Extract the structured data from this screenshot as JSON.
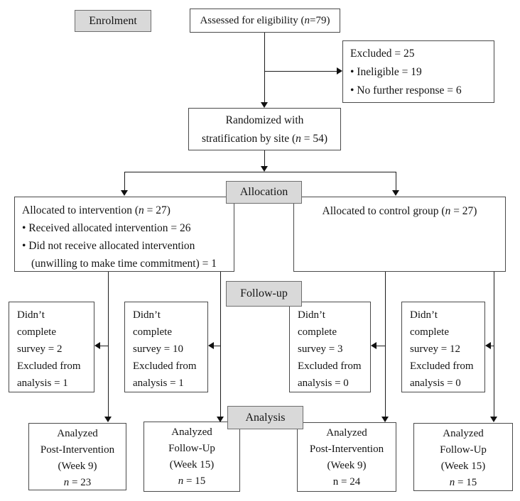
{
  "stage_labels": {
    "enrolment": "Enrolment",
    "allocation": "Allocation",
    "followup": "Follow-up",
    "analysis": "Analysis"
  },
  "assessed_box": {
    "pre": "Assessed for eligibility (",
    "n": "n",
    "post": "=79)"
  },
  "excluded_box": {
    "line1": "Excluded = 25",
    "bullet1": "•  Ineligible = 19",
    "bullet2": "•  No further response = 6"
  },
  "randomized_box": {
    "line1": "Randomized with",
    "line2_pre": "stratification by site (",
    "n": "n",
    "line2_post": " = 54)"
  },
  "intervention_box": {
    "title_pre": "Allocated to intervention (",
    "n": "n",
    "title_post": " = 27)",
    "bullet1": "•  Received allocated intervention = 26",
    "bullet2": "•  Did not receive allocated intervention",
    "bullet2_cont": "(unwilling to make time commitment) = 1"
  },
  "control_box": {
    "pre": "Allocated to control group (",
    "n": "n",
    "post": " = 27)"
  },
  "followup_boxes": [
    {
      "lines": [
        "Didn’t",
        "complete",
        "survey = 2",
        "Excluded from",
        "analysis = 1"
      ]
    },
    {
      "lines": [
        "Didn’t",
        "complete",
        "survey = 10",
        "Excluded from",
        "analysis = 1"
      ]
    },
    {
      "lines": [
        "Didn’t",
        "complete",
        "survey = 3",
        "Excluded from",
        "analysis = 0"
      ]
    },
    {
      "lines": [
        "Didn’t",
        "complete",
        "survey = 12",
        "Excluded from",
        "analysis = 0"
      ]
    }
  ],
  "analysis_boxes": [
    {
      "line1": "Analyzed",
      "line2": "Post-Intervention",
      "line3": "(Week 9)",
      "n": "n",
      "n_post": " = 23"
    },
    {
      "line1": "Analyzed",
      "line2": "Follow-Up",
      "line3": "(Week 15)",
      "n": "n",
      "n_post": " = 15"
    },
    {
      "line1": "Analyzed",
      "line2": "Post-Intervention",
      "line3": "(Week 9)",
      "n": "n",
      "n_post": " = 24"
    },
    {
      "line1": "Analyzed",
      "line2": "Follow-Up",
      "line3": "(Week 15)",
      "n": "n",
      "n_post": " = 15"
    }
  ],
  "colors": {
    "label_fill": "#d9d9d9",
    "label_border": "#6e6e6e",
    "box_border": "#4a4a4a",
    "line": "#1c1c1c",
    "background": "#ffffff"
  }
}
